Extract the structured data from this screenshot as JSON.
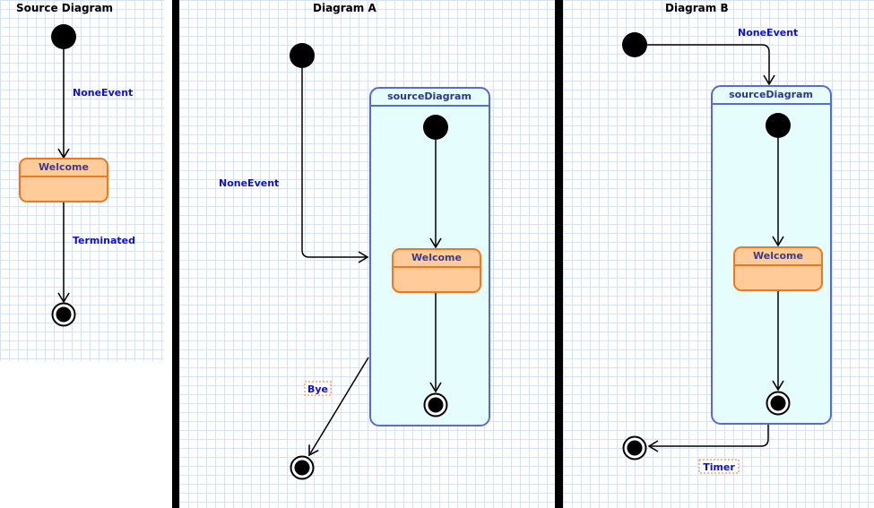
{
  "colors": {
    "state_fill": "#ffcc99",
    "state_stroke": "#ee7722",
    "state_text": "#3d3a8c",
    "composite_fill": "#e6fdfd",
    "composite_stroke": "#5a6ad0",
    "composite_text": "#2c3590",
    "event_text": "#1010c8",
    "grid": "#d8e2ec"
  },
  "source_diagram": {
    "title": "Source Diagram",
    "state_label": "Welcome",
    "event_1": "NoneEvent",
    "event_2": "Terminated"
  },
  "diagram_a": {
    "title": "Diagram A",
    "composite_label": "sourceDiagram",
    "inner_state_label": "Welcome",
    "event_entry": "NoneEvent",
    "event_exit": "Bye"
  },
  "diagram_b": {
    "title": "Diagram B",
    "composite_label": "sourceDiagram",
    "inner_state_label": "Welcome",
    "event_entry": "NoneEvent",
    "event_exit": "Timer"
  }
}
